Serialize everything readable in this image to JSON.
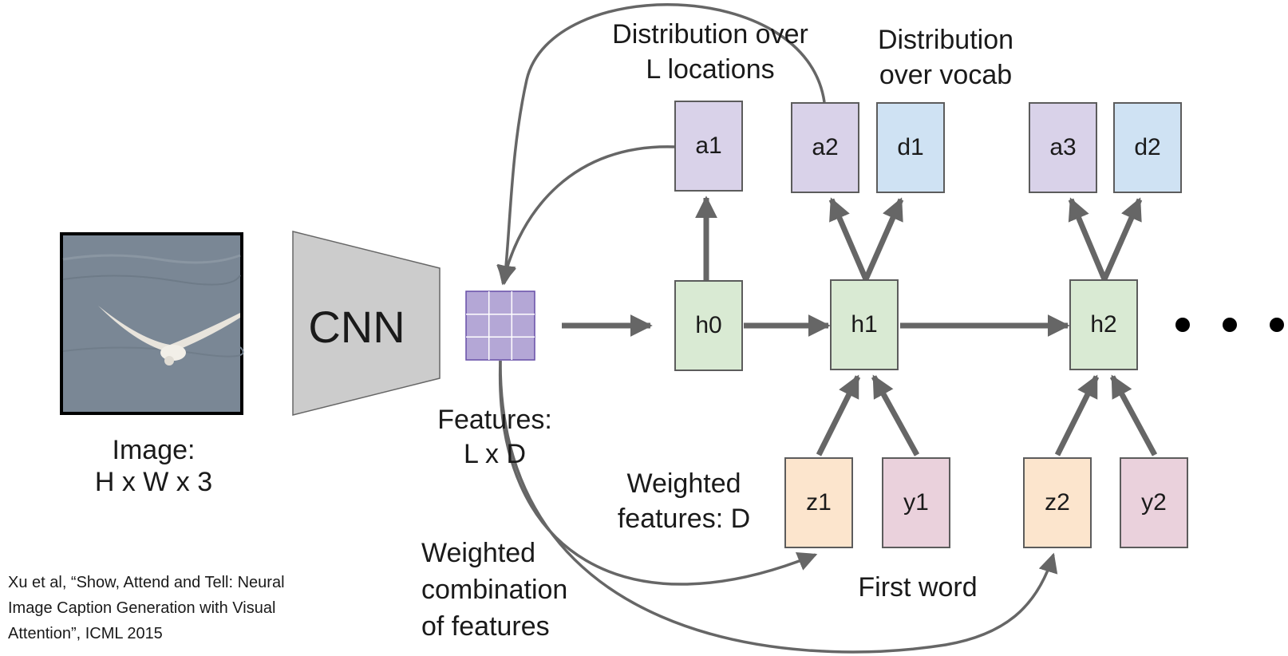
{
  "labels": {
    "cnn": "CNN",
    "image_line1": "Image:",
    "image_line2": "H x W x 3",
    "features_line1": "Features:",
    "features_line2": "L x D",
    "dist_locations_line1": "Distribution over",
    "dist_locations_line2": "L locations",
    "dist_vocab_line1": "Distribution",
    "dist_vocab_line2": "over vocab",
    "weighted_features_line1": "Weighted",
    "weighted_features_line2": "features: D",
    "weighted_comb_line1": "Weighted",
    "weighted_comb_line2": "combination",
    "weighted_comb_line3": "of features",
    "first_word": "First word"
  },
  "nodes": {
    "a1": "a1",
    "a2": "a2",
    "d1": "d1",
    "a3": "a3",
    "d2": "d2",
    "h0": "h0",
    "h1": "h1",
    "h2": "h2",
    "z1": "z1",
    "y1": "y1",
    "z2": "z2",
    "y2": "y2"
  },
  "citation": {
    "line1": "Xu et al, “Show, Attend and Tell: Neural",
    "line2": "Image Caption Generation with Visual",
    "line3": "Attention”, ICML 2015"
  },
  "colors": {
    "attention": "#d9d2e9",
    "vocab": "#cfe2f3",
    "hidden": "#d9ead3",
    "weighted_features": "#fce5cd",
    "word": "#ead1dc",
    "cnn": "#cccccc",
    "arrow": "#666666"
  },
  "icons": [
    "bird-photo",
    "cnn-trapezoid",
    "feature-grid",
    "ellipsis-dots"
  ]
}
